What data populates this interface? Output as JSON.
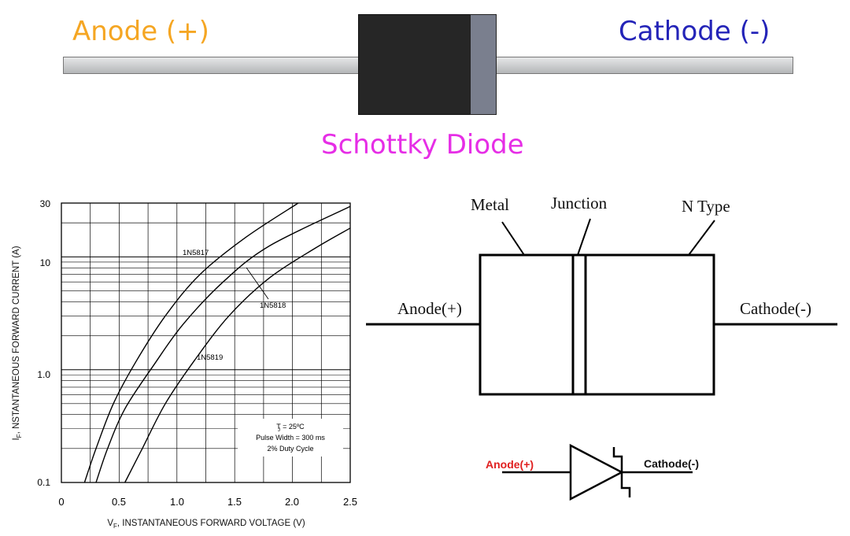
{
  "top_diagram": {
    "anode_label": "Anode (+)",
    "cathode_label": "Cathode (-)",
    "title": "Schottky Diode",
    "colors": {
      "anode": "#f5a623",
      "cathode": "#2424b8",
      "title": "#e62ee6",
      "body": "#262626",
      "band": "#7a7f8e",
      "lead": "#c4c6c8"
    }
  },
  "graph": {
    "y_axis_label_main": "I",
    "y_axis_label_sub": "F",
    "y_axis_label_rest": ", NSTANTANEOUS FORWARD CURRENT (A)",
    "x_axis_label_main": "V",
    "x_axis_label_sub": "F",
    "x_axis_label_rest": ", INSTANTANEOUS FORWARD VOLTAGE (V)",
    "note_line1": "T  = 25ºC",
    "note_line1_sub": "J",
    "note_line2": "Pulse Width = 300 ms",
    "note_line3": "2% Duty Cycle"
  },
  "chart_data": {
    "type": "line",
    "xlabel": "VF, INSTANTANEOUS FORWARD VOLTAGE (V)",
    "ylabel": "IF, NSTANTANEOUS FORWARD CURRENT (A)",
    "x_scale": "linear",
    "y_scale": "log",
    "xlim": [
      0,
      2.5
    ],
    "ylim": [
      0.1,
      30
    ],
    "x_ticks": [
      "0",
      "0.5",
      "1.0",
      "1.5",
      "2.0",
      "2.5"
    ],
    "y_ticks": [
      "30",
      "10",
      "1.0",
      "0.1"
    ],
    "grid": true,
    "series": [
      {
        "name": "1N5817",
        "x": [
          0.2,
          0.3,
          0.45,
          0.65,
          0.9,
          1.2,
          1.6,
          2.05
        ],
        "y": [
          0.1,
          0.2,
          0.5,
          1.2,
          3,
          7,
          15,
          30
        ]
      },
      {
        "name": "1N5818",
        "x": [
          0.3,
          0.4,
          0.55,
          0.8,
          1.05,
          1.4,
          1.8,
          2.5
        ],
        "y": [
          0.1,
          0.2,
          0.45,
          1.1,
          2.5,
          6,
          12.5,
          28
        ]
      },
      {
        "name": "1N5819",
        "x": [
          0.55,
          0.7,
          0.9,
          1.15,
          1.45,
          1.8,
          2.2,
          2.5
        ],
        "y": [
          0.1,
          0.2,
          0.5,
          1.2,
          3,
          6.5,
          12,
          18
        ]
      }
    ]
  },
  "structure": {
    "metal_label": "Metal",
    "junction_label": "Junction",
    "ntype_label": "N Type",
    "anode_label": "Anode(+)",
    "cathode_label": "Cathode(-)"
  },
  "symbol": {
    "anode_label": "Anode(+)",
    "cathode_label": "Cathode(-)",
    "colors": {
      "anode": "#e02020"
    }
  }
}
